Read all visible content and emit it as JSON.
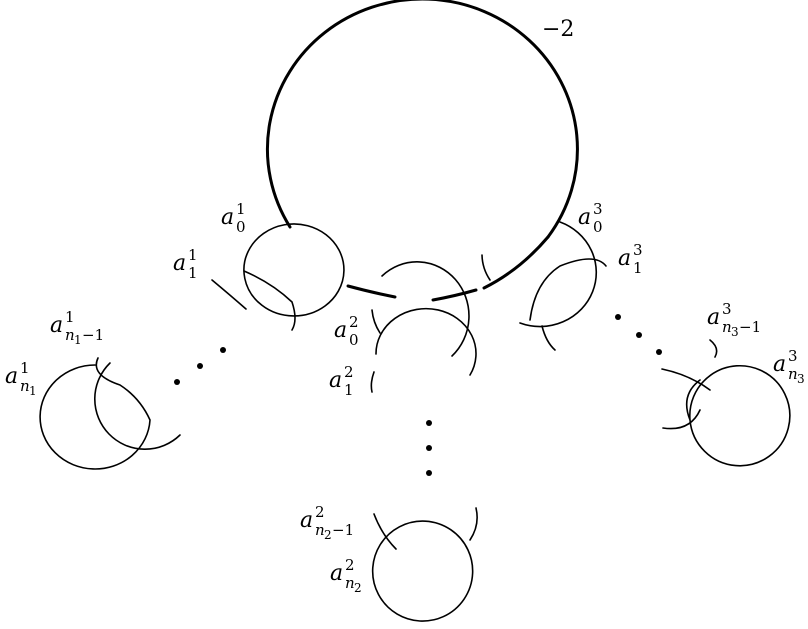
{
  "diagram": {
    "framing": "−2",
    "labels": {
      "a01": {
        "base": "a",
        "sup": "1",
        "sub": "0"
      },
      "a11": {
        "base": "a",
        "sup": "1",
        "sub": "1"
      },
      "an1m1": {
        "base": "a",
        "sup": "1",
        "sub_n": "n",
        "sub_idx": "1",
        "sub_tail": "−1"
      },
      "an1": {
        "base": "a",
        "sup": "1",
        "sub_n": "n",
        "sub_idx": "1"
      },
      "a02": {
        "base": "a",
        "sup": "2",
        "sub": "0"
      },
      "a12": {
        "base": "a",
        "sup": "2",
        "sub": "1"
      },
      "an2m1": {
        "base": "a",
        "sup": "2",
        "sub_n": "n",
        "sub_idx": "2",
        "sub_tail": "−1"
      },
      "an2": {
        "base": "a",
        "sup": "2",
        "sub_n": "n",
        "sub_idx": "2"
      },
      "a03": {
        "base": "a",
        "sup": "3",
        "sub": "0"
      },
      "a13": {
        "base": "a",
        "sup": "3",
        "sub": "1"
      },
      "an3m1": {
        "base": "a",
        "sup": "3",
        "sub_n": "n",
        "sub_idx": "3",
        "sub_tail": "−1"
      },
      "an3": {
        "base": "a",
        "sup": "3",
        "sub_n": "n",
        "sub_idx": "3"
      }
    }
  }
}
